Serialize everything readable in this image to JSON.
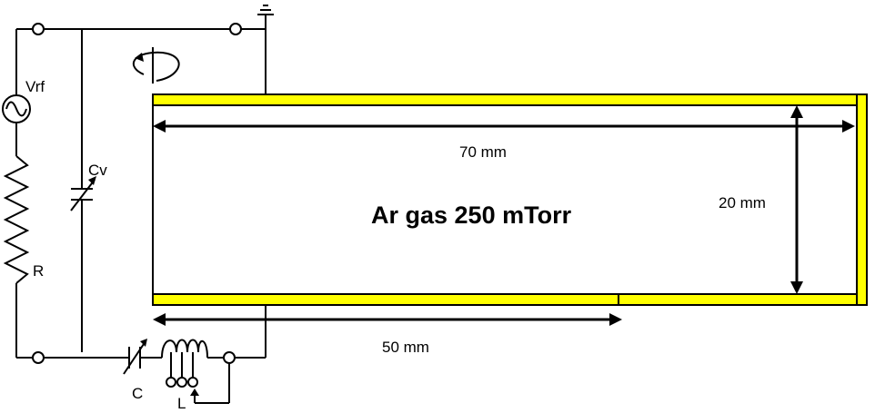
{
  "labels": {
    "source": "Vrf",
    "variable_capacitor": "Cv",
    "resistor": "R",
    "capacitor": "C",
    "inductor": "L",
    "gas": "Ar gas 250 mTorr",
    "length_top": "70 mm",
    "height": "20 mm",
    "length_bottom": "50 mm"
  },
  "icons": [
    "ground-icon",
    "rotation-arrow-icon",
    "ac-source-icon",
    "variable-capacitor-icon",
    "resistor-icon",
    "coil-icon"
  ],
  "colors": {
    "electrode_fill": "#ffff00",
    "line": "#000000",
    "background": "#ffffff"
  }
}
